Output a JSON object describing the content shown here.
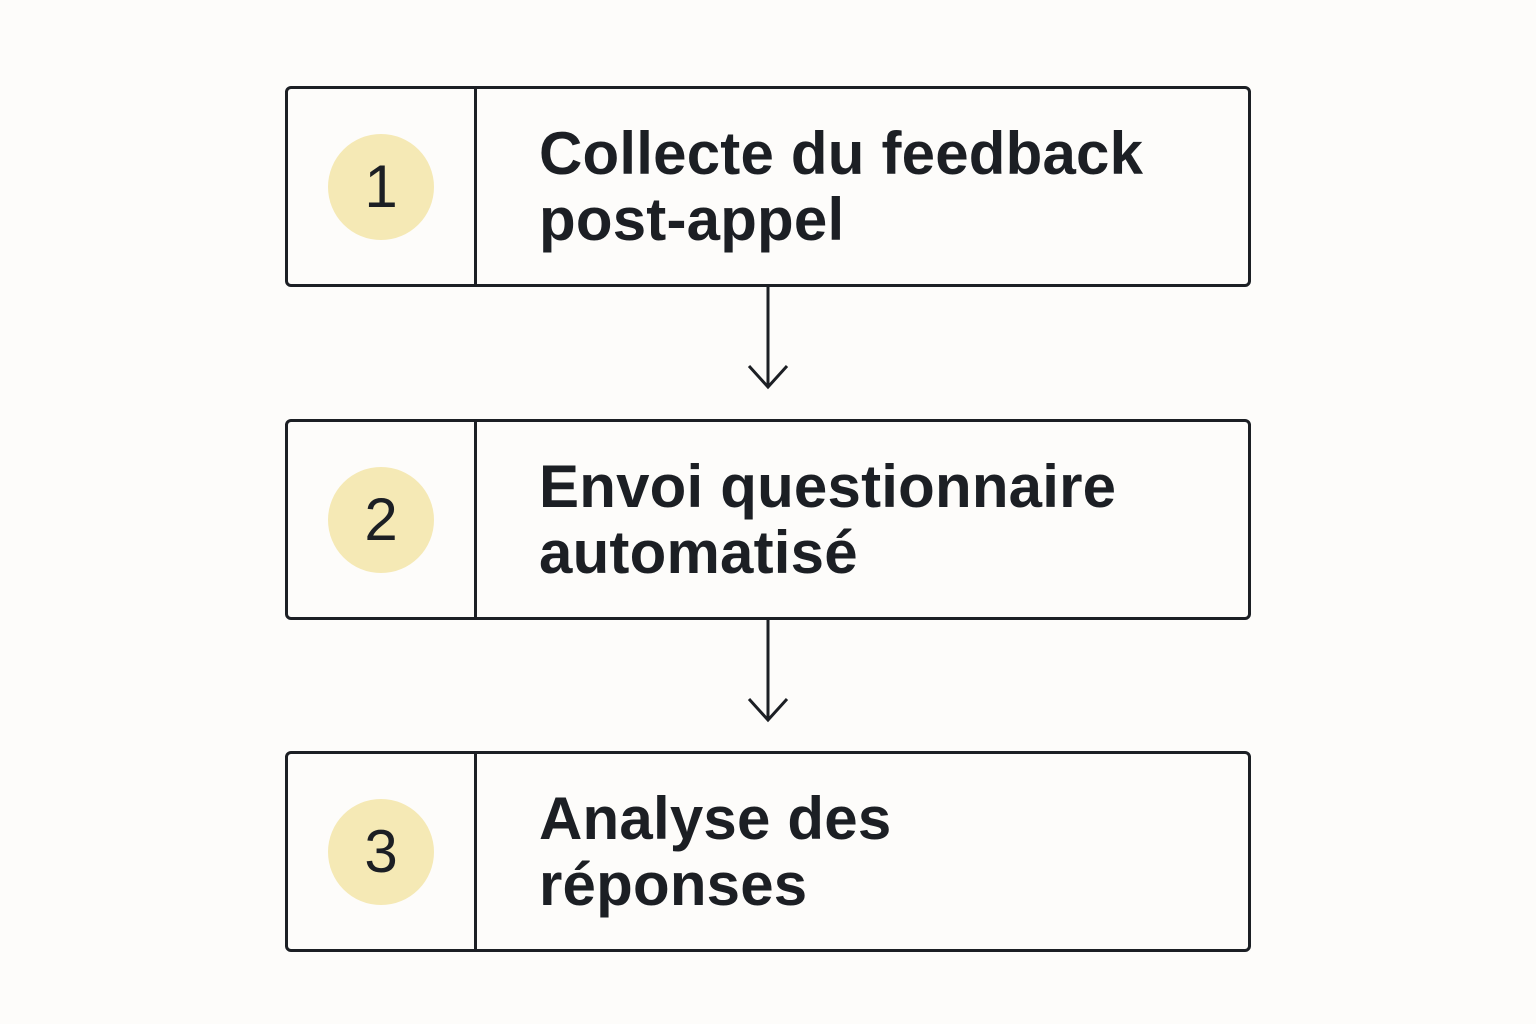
{
  "colors": {
    "background": "#fdfcfa",
    "stroke": "#1c1f24",
    "badge": "#f5e9b5",
    "text": "#1c1f24"
  },
  "steps": [
    {
      "number": "1",
      "label": "Collecte du feedback\npost-appel"
    },
    {
      "number": "2",
      "label": "Envoi questionnaire\nautomatisé"
    },
    {
      "number": "3",
      "label": "Analyse des\nréponses"
    }
  ],
  "connector_icon": "arrow-down-icon"
}
